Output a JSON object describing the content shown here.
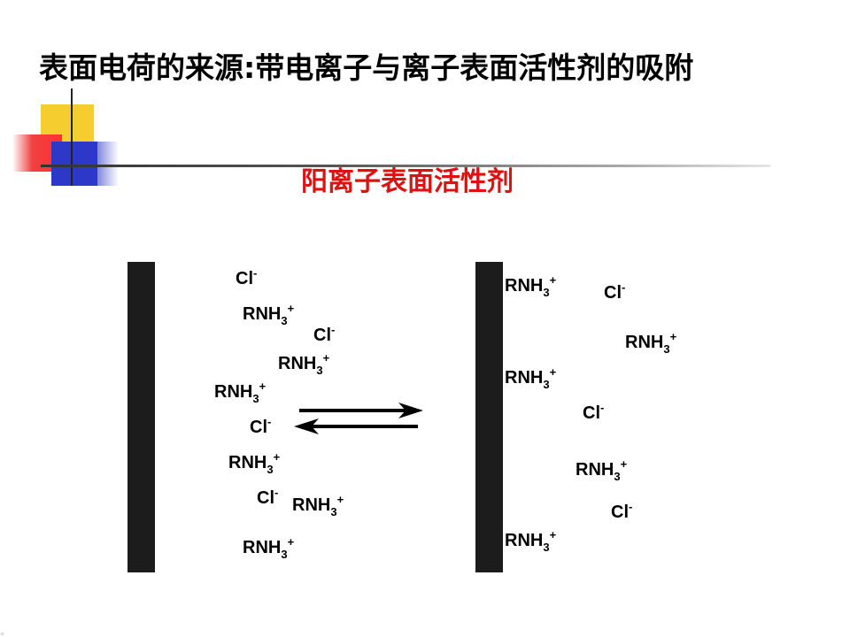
{
  "slide": {
    "title": "表面电荷的来源:带电离子与离子表面活性剂的吸附",
    "subtitle": "阳离子表面活性剂",
    "accent_color": "#e01010"
  },
  "ion_text": {
    "chloride": {
      "base": "Cl",
      "charge": "-"
    },
    "ammonium": {
      "base": "RNH",
      "sub": "3",
      "charge": "+"
    }
  },
  "ions_left": [
    {
      "kind": "chloride"
    },
    {
      "kind": "ammonium"
    },
    {
      "kind": "chloride"
    },
    {
      "kind": "ammonium"
    },
    {
      "kind": "ammonium"
    },
    {
      "kind": "chloride"
    },
    {
      "kind": "ammonium"
    },
    {
      "kind": "chloride"
    },
    {
      "kind": "ammonium"
    },
    {
      "kind": "ammonium"
    }
  ],
  "ions_right": [
    {
      "kind": "ammonium"
    },
    {
      "kind": "chloride"
    },
    {
      "kind": "ammonium"
    },
    {
      "kind": "ammonium"
    },
    {
      "kind": "chloride"
    },
    {
      "kind": "ammonium"
    },
    {
      "kind": "chloride"
    },
    {
      "kind": "ammonium"
    }
  ],
  "icons": {
    "equilibrium": "equilibrium-arrows-icon"
  }
}
